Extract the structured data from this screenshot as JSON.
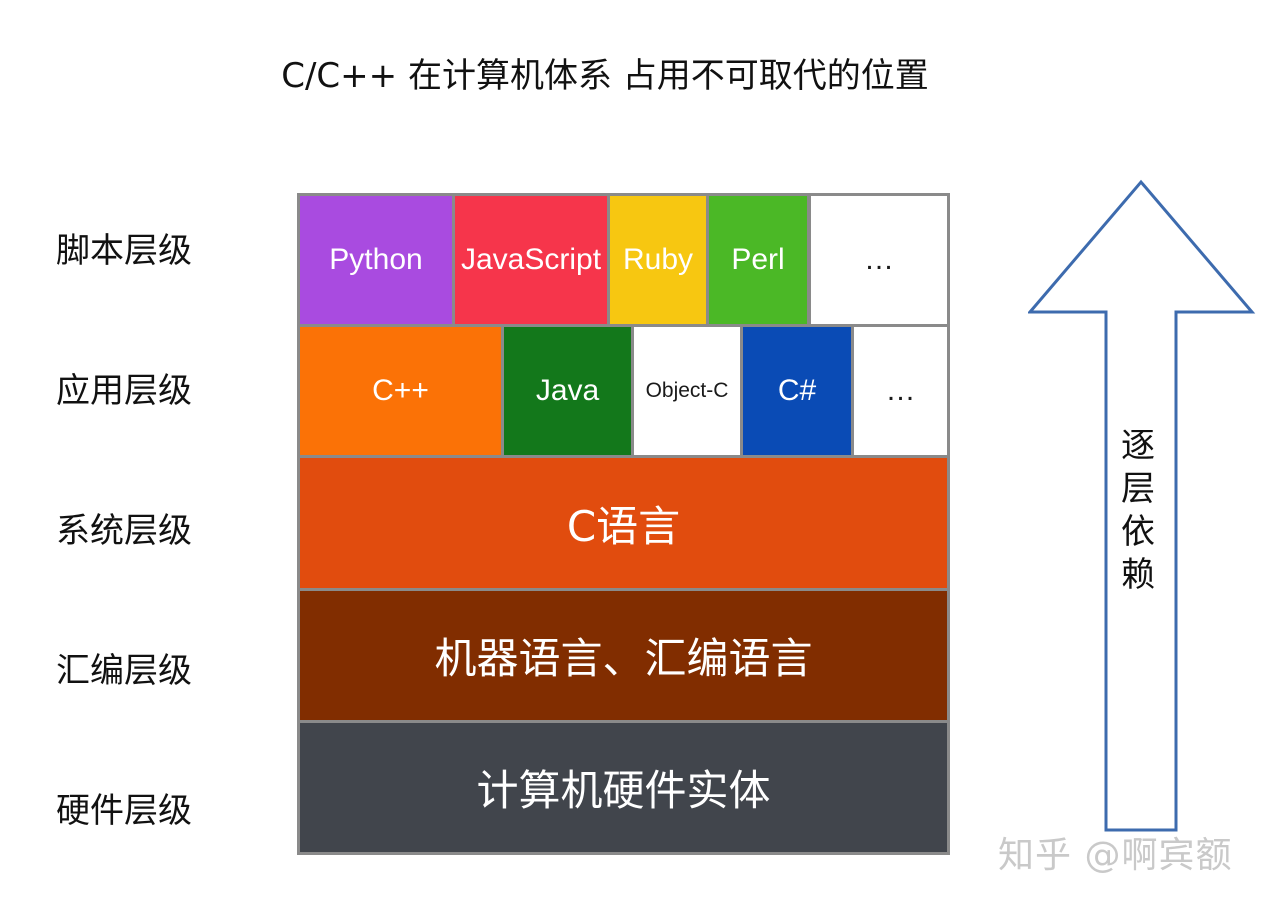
{
  "title": "C/C++ 在计算机体系 占用不可取代的位置",
  "layer_labels": [
    "脚本层级",
    "应用层级",
    "系统层级",
    "汇编层级",
    "硬件层级"
  ],
  "script_row": [
    {
      "label": "Python",
      "color": "#a94be0"
    },
    {
      "label": "JavaScript",
      "color": "#f6354b"
    },
    {
      "label": "Ruby",
      "color": "#f7c711"
    },
    {
      "label": "Perl",
      "color": "#4bb826"
    },
    {
      "label": "…",
      "color": "#ffffff"
    }
  ],
  "app_row": [
    {
      "label": "C++",
      "color": "#fb7206"
    },
    {
      "label": "Java",
      "color": "#13781b"
    },
    {
      "label": "Object-C",
      "color": "#ffffff"
    },
    {
      "label": "C#",
      "color": "#0a4bb5"
    },
    {
      "label": "…",
      "color": "#ffffff"
    }
  ],
  "system_layer": {
    "label": "C语言",
    "color": "#e14c0e"
  },
  "assembly_layer": {
    "label": "机器语言、汇编语言",
    "color": "#812d00"
  },
  "hardware_layer": {
    "label": "计算机硬件实体",
    "color": "#41454c"
  },
  "arrow": {
    "text": [
      "逐",
      "层",
      "依",
      "赖"
    ],
    "color": "#3d6bae"
  },
  "watermark": "知乎 @啊宾额"
}
